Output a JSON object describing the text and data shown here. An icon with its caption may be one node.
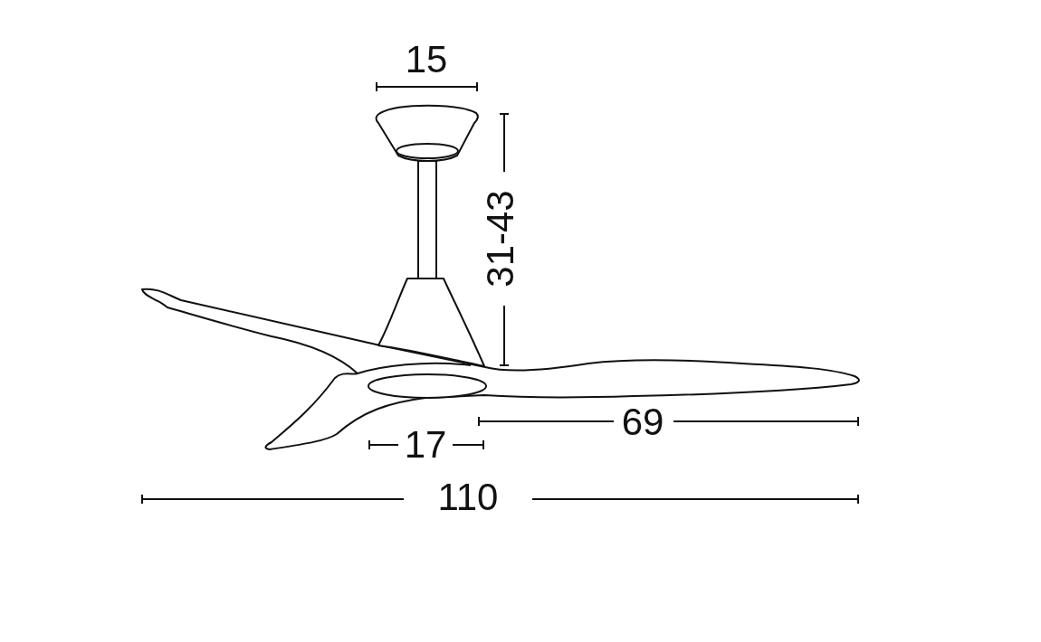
{
  "diagram": {
    "labels": [
      "15",
      "31-43",
      "69",
      "17",
      "110"
    ]
  }
}
